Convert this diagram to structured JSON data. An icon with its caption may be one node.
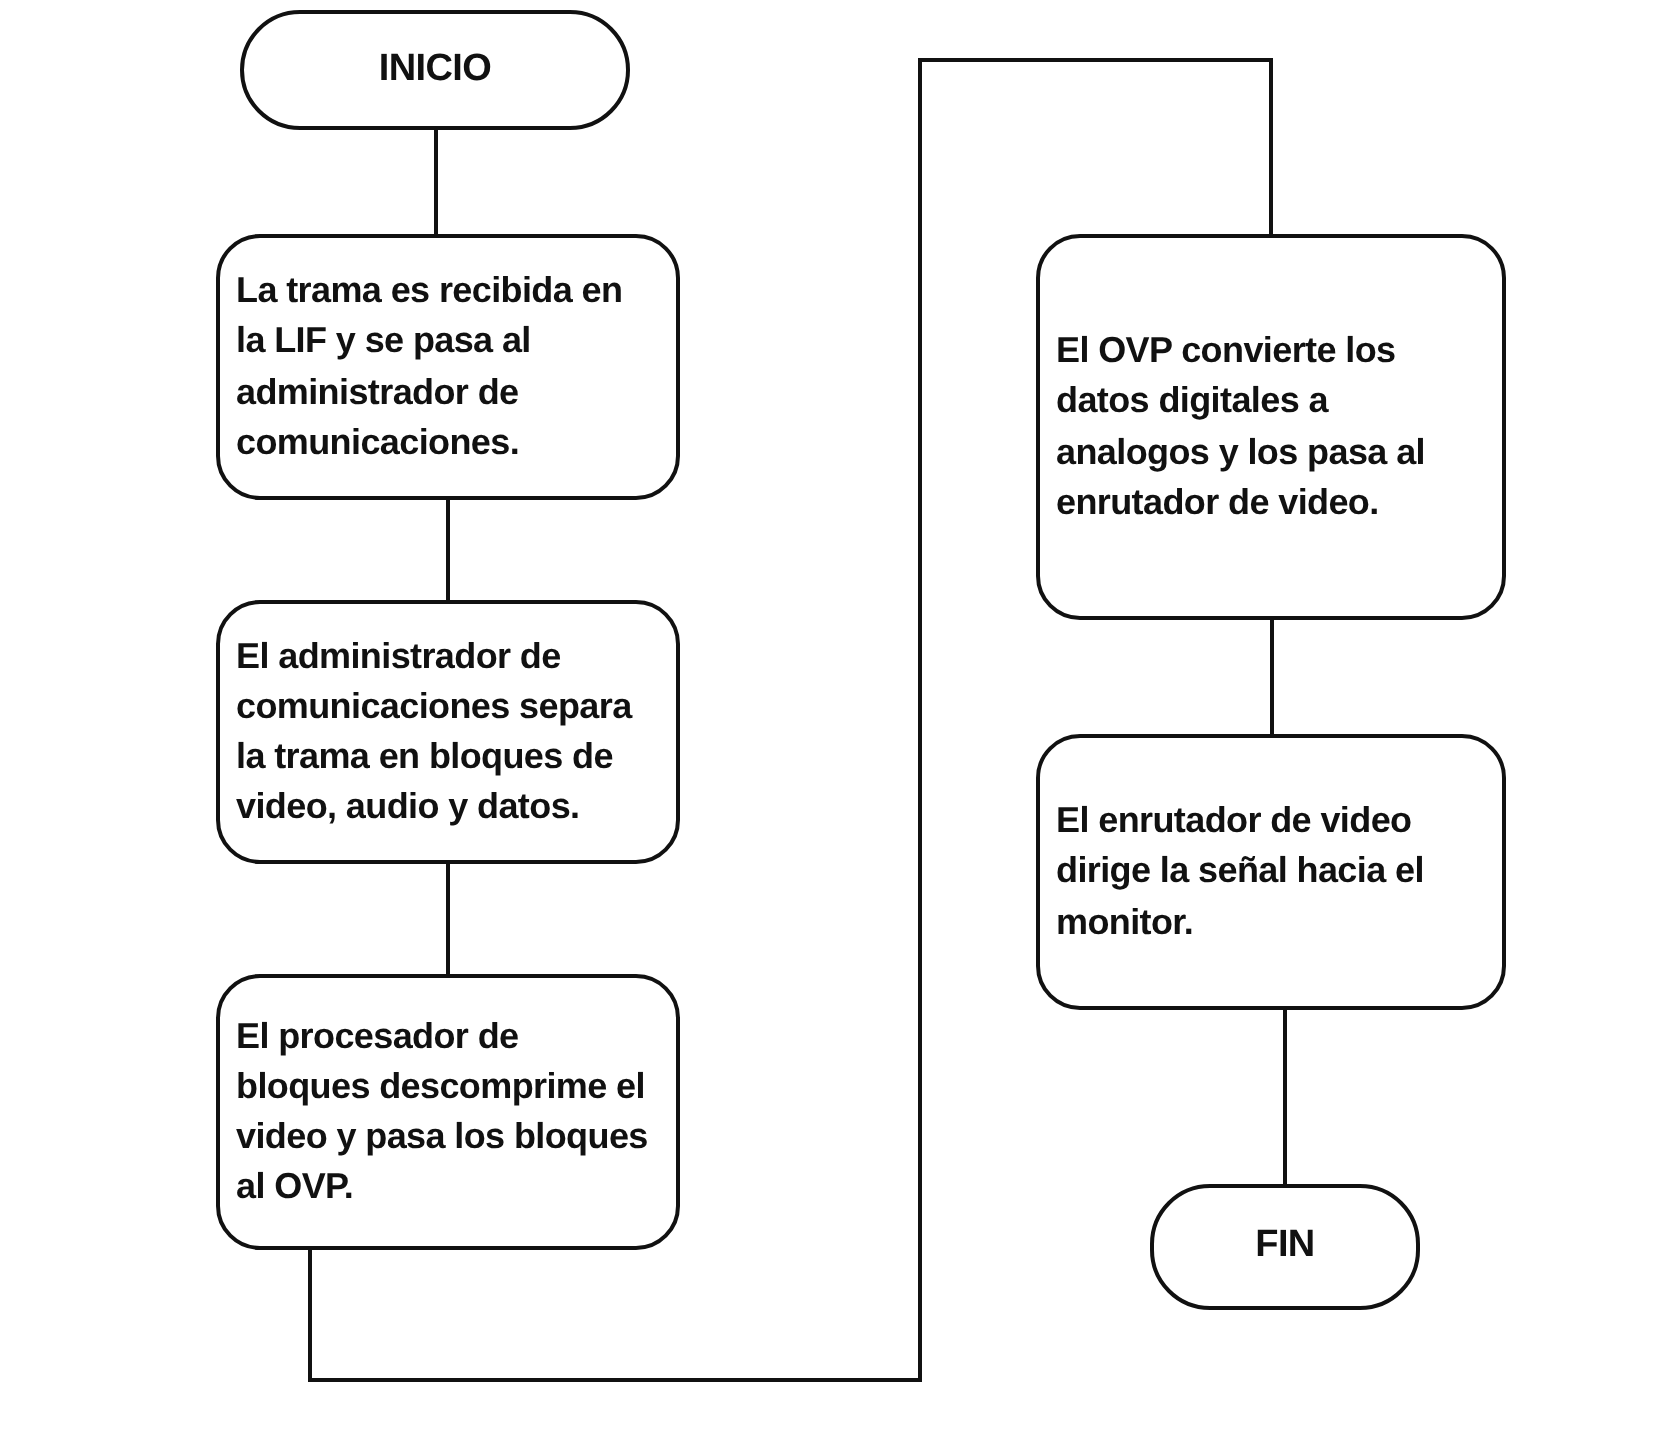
{
  "diagram": {
    "nodes": [
      {
        "text": [
          "INICIO"
        ]
      },
      {
        "text": [
          "La trama es recibida en la LIF y se pasa al administrador de comunicaciones."
        ]
      },
      {
        "text": [
          "El administrador de comunicaciones separa la trama en bloques de video, audio y datos."
        ]
      },
      {
        "text": [
          "El procesador de bloques descomprime el video y pasa los bloques al OVP."
        ]
      },
      {
        "text": [
          "El OVP convierte los datos digitales a analogos y los pasa al enrutador de video."
        ]
      },
      {
        "text": [
          "El enrutador de video dirige la señal hacia el monitor."
        ]
      },
      {
        "text": [
          "FIN"
        ]
      }
    ],
    "edges": [
      {
        "from": 0,
        "to": 1,
        "arrow": "none"
      },
      {
        "from": 1,
        "to": 2,
        "arrow": "none"
      },
      {
        "from": 2,
        "to": 3,
        "arrow": "none"
      },
      {
        "from": 3,
        "to": 4,
        "arrow": "none"
      },
      {
        "from": 4,
        "to": 5,
        "arrow": "none"
      },
      {
        "from": 5,
        "to": 6,
        "arrow": "none"
      }
    ]
  }
}
